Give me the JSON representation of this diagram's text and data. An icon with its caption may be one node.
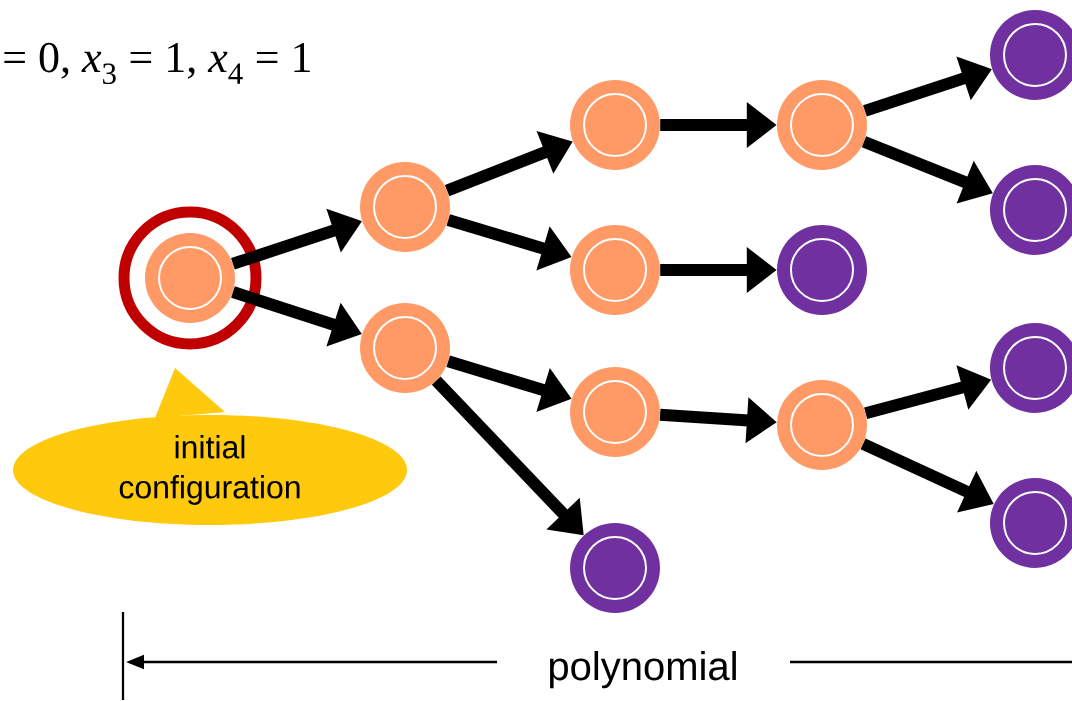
{
  "diagram": {
    "nodes": [
      {
        "text": [],
        "shape": "circle"
      },
      {
        "text": [],
        "shape": "circle"
      },
      {
        "text": [],
        "shape": "circle"
      },
      {
        "text": [],
        "shape": "circle"
      },
      {
        "text": [],
        "shape": "circle"
      },
      {
        "text": [],
        "shape": "circle"
      },
      {
        "text": [],
        "shape": "circle"
      },
      {
        "text": [],
        "shape": "circle"
      },
      {
        "text": [],
        "shape": "circle"
      },
      {
        "text": [],
        "shape": "circle"
      },
      {
        "text": [],
        "shape": "circle"
      },
      {
        "text": [],
        "shape": "circle"
      },
      {
        "text": [],
        "shape": "circle"
      },
      {
        "text": [],
        "shape": "circle"
      },
      {
        "text": [
          "initial configuration"
        ]
      }
    ],
    "edges": [
      {
        "from": 0,
        "to": 1,
        "arrow": "to"
      },
      {
        "from": 0,
        "to": 2,
        "arrow": "to"
      },
      {
        "from": 1,
        "to": 3,
        "arrow": "to"
      },
      {
        "from": 1,
        "to": 4,
        "arrow": "to"
      },
      {
        "from": 2,
        "to": 5,
        "arrow": "to"
      },
      {
        "from": 2,
        "to": 6,
        "arrow": "to"
      },
      {
        "from": 3,
        "to": 7,
        "arrow": "to"
      },
      {
        "from": 4,
        "to": 8,
        "arrow": "to"
      },
      {
        "from": 5,
        "to": 9,
        "arrow": "to"
      },
      {
        "from": 7,
        "to": 10,
        "arrow": "to"
      },
      {
        "from": 7,
        "to": 11,
        "arrow": "to"
      },
      {
        "from": 9,
        "to": 12,
        "arrow": "to"
      },
      {
        "from": 9,
        "to": 13,
        "arrow": "to"
      }
    ],
    "labels": [
      "= 0, *x*$_{3}$ = 1, *x*$_{4}$ = 1",
      "polynomial"
    ]
  }
}
